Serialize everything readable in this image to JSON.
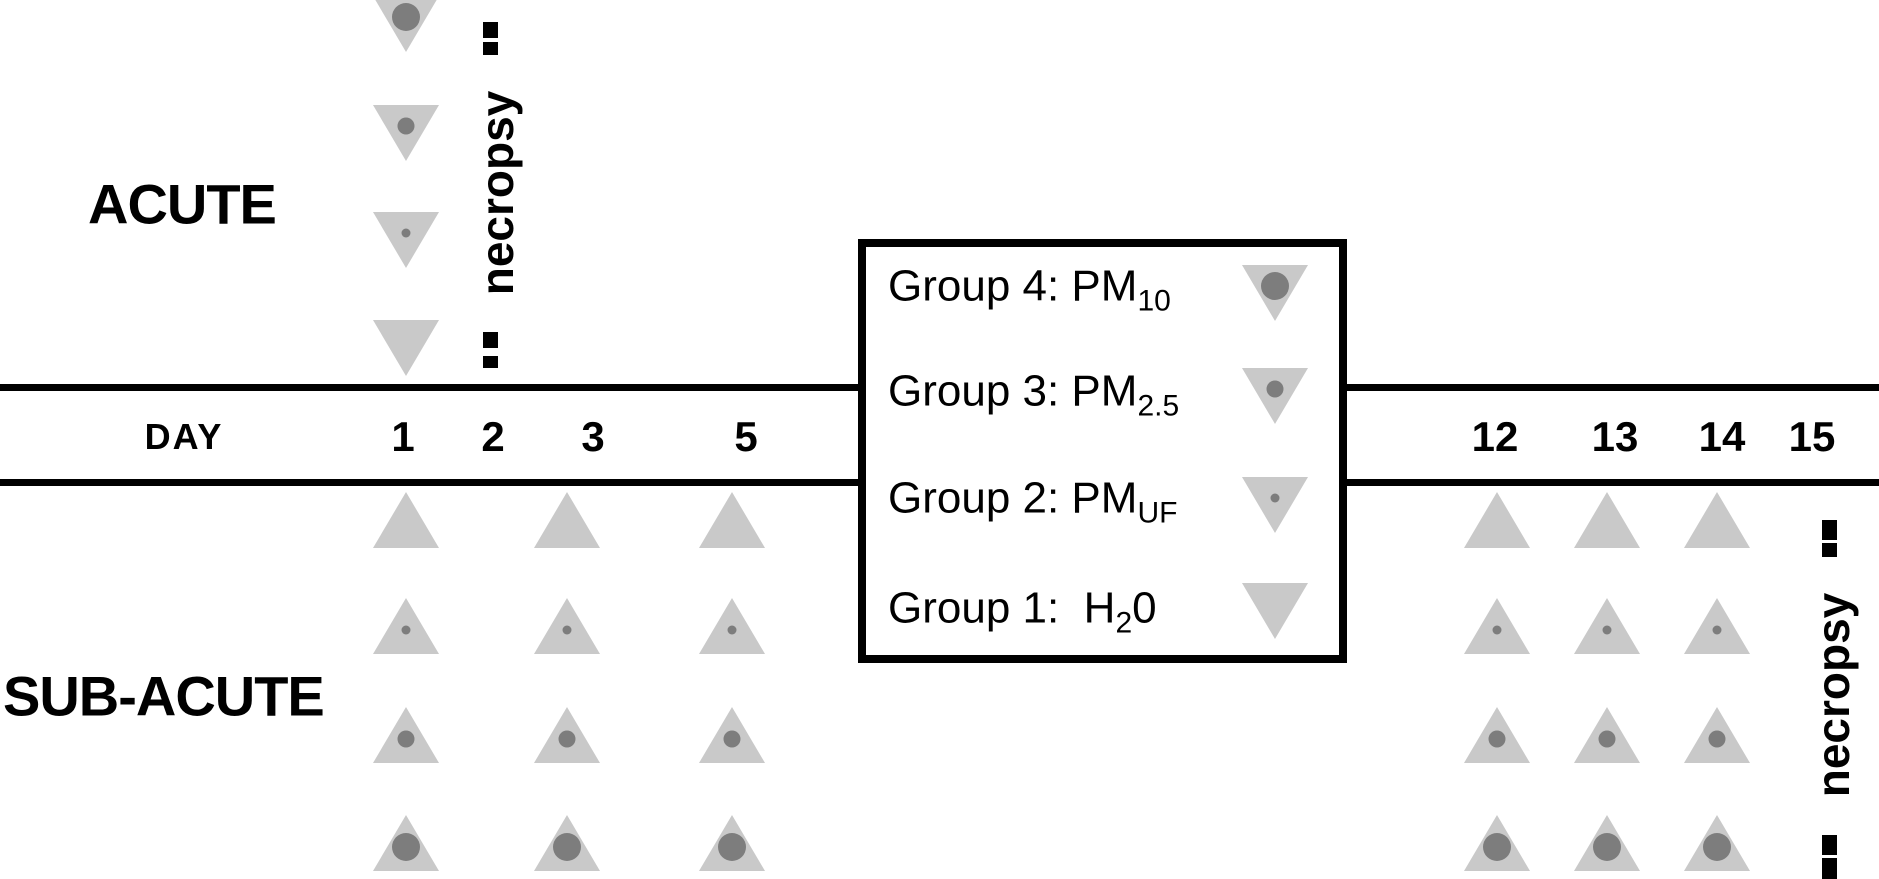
{
  "phases": {
    "acute_label": "ACUTE",
    "sub_acute_label": "SUB-ACUTE"
  },
  "timeline": {
    "axis_label": "DAY",
    "day_labels": [
      "1",
      "2",
      "3",
      "5",
      "12",
      "13",
      "14",
      "15"
    ]
  },
  "annotations": {
    "necropsy_acute": "necropsy",
    "necropsy_sub_acute": "necropsy"
  },
  "legend": {
    "items": [
      {
        "group": "group4",
        "prefix": "Group 4: PM",
        "subscript": "10",
        "suffix": "",
        "marker_dot": "large"
      },
      {
        "group": "group3",
        "prefix": "Group 3: PM",
        "subscript": "2.5",
        "suffix": "",
        "marker_dot": "medium"
      },
      {
        "group": "group2",
        "prefix": "Group 2: PM",
        "subscript": "UF",
        "suffix": "",
        "marker_dot": "small"
      },
      {
        "group": "group1",
        "prefix": "Group 1:  H",
        "subscript": "2",
        "suffix": "0",
        "marker_dot": "none"
      }
    ]
  },
  "markers": {
    "acute": {
      "direction": "down",
      "day": "1",
      "dots_top_to_bottom": [
        "large",
        "medium",
        "small",
        "none"
      ]
    },
    "sub_acute": {
      "direction": "up",
      "days": [
        "1",
        "3",
        "5",
        "12",
        "13",
        "14"
      ],
      "dots_top_to_bottom": [
        "none",
        "small",
        "medium",
        "large"
      ]
    }
  },
  "colors": {
    "triangle_fill": "#c9c9c9",
    "dot_fill": "#7d7d7d",
    "line_color": "#000000"
  }
}
